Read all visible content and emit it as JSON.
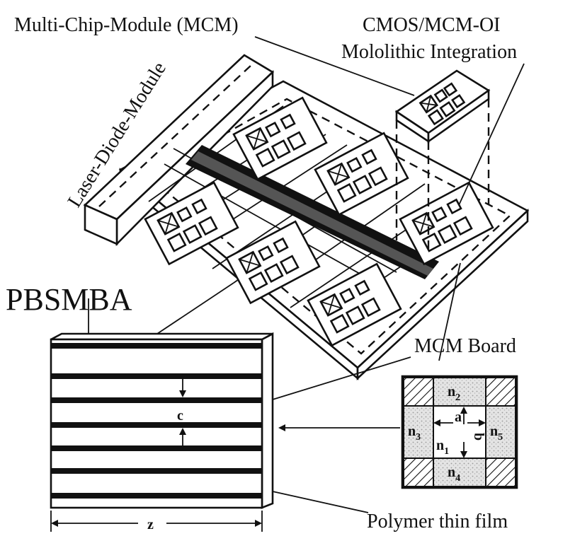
{
  "labels": {
    "mcm": "Multi-Chip-Module (MCM)",
    "cmos_line1": "CMOS/MCM-OI",
    "cmos_line2": "Mololithic Integration",
    "laser_diode_module": "Laser-Diode-Module",
    "pbsmba": "PBSMBA",
    "mcm_board": "MCM Board",
    "polymer_thin_film": "Polymer thin film",
    "c": "c",
    "z": "z",
    "a": "a",
    "b": "b",
    "n1": "n",
    "n1_sub": "1",
    "n2": "n",
    "n2_sub": "2",
    "n3": "n",
    "n3_sub": "3",
    "n4": "n",
    "n4_sub": "4",
    "n5": "n",
    "n5_sub": "5"
  },
  "colors": {
    "ink": "#111111",
    "paper": "#ffffff",
    "cladding_speckle": "#d6d6d6"
  }
}
